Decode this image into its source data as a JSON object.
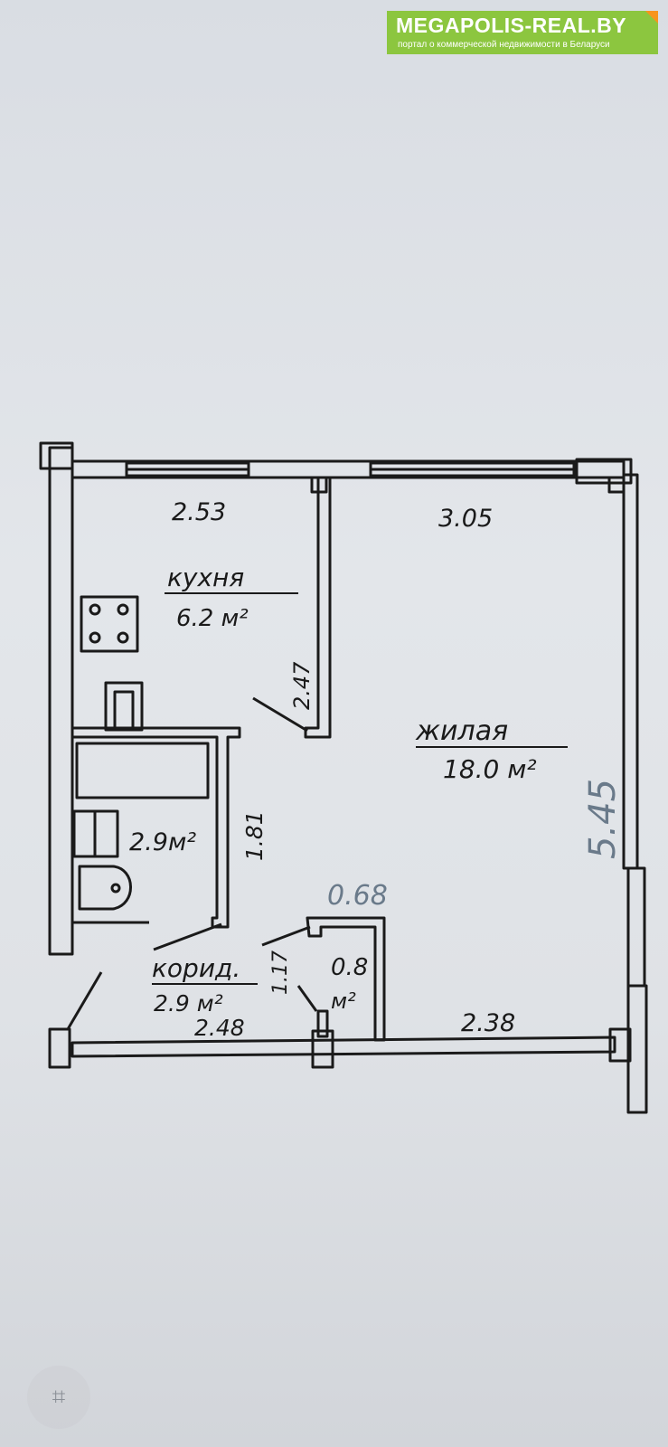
{
  "watermark": {
    "title": "MEGAPOLIS-REAL.BY",
    "subtitle": "портал о коммерческой недвижимости в Беларуси",
    "brand_color": "#8cc63f",
    "accent_color": "#f7941d"
  },
  "rooms": {
    "kitchen": {
      "name": "кухня",
      "area": "6.2 м²"
    },
    "living": {
      "name": "жилая",
      "area": "18.0 м²"
    },
    "bathroom": {
      "area": "2.9м²"
    },
    "corridor": {
      "name": "корид.",
      "area": "2.9 м²"
    },
    "closet": {
      "value": "0.8",
      "unit": "м²"
    }
  },
  "dimensions": {
    "kitchen_width": "2.53",
    "living_width": "3.05",
    "kitchen_depth": "2.47",
    "bathroom_depth": "1.81",
    "corridor_width": "2.48",
    "corridor_depth": "1.17",
    "living_bottom": "2.38"
  },
  "handwritten_notes": {
    "closet_note": "0.68",
    "side_note": "5.45"
  },
  "crop_icon": "crop-icon"
}
